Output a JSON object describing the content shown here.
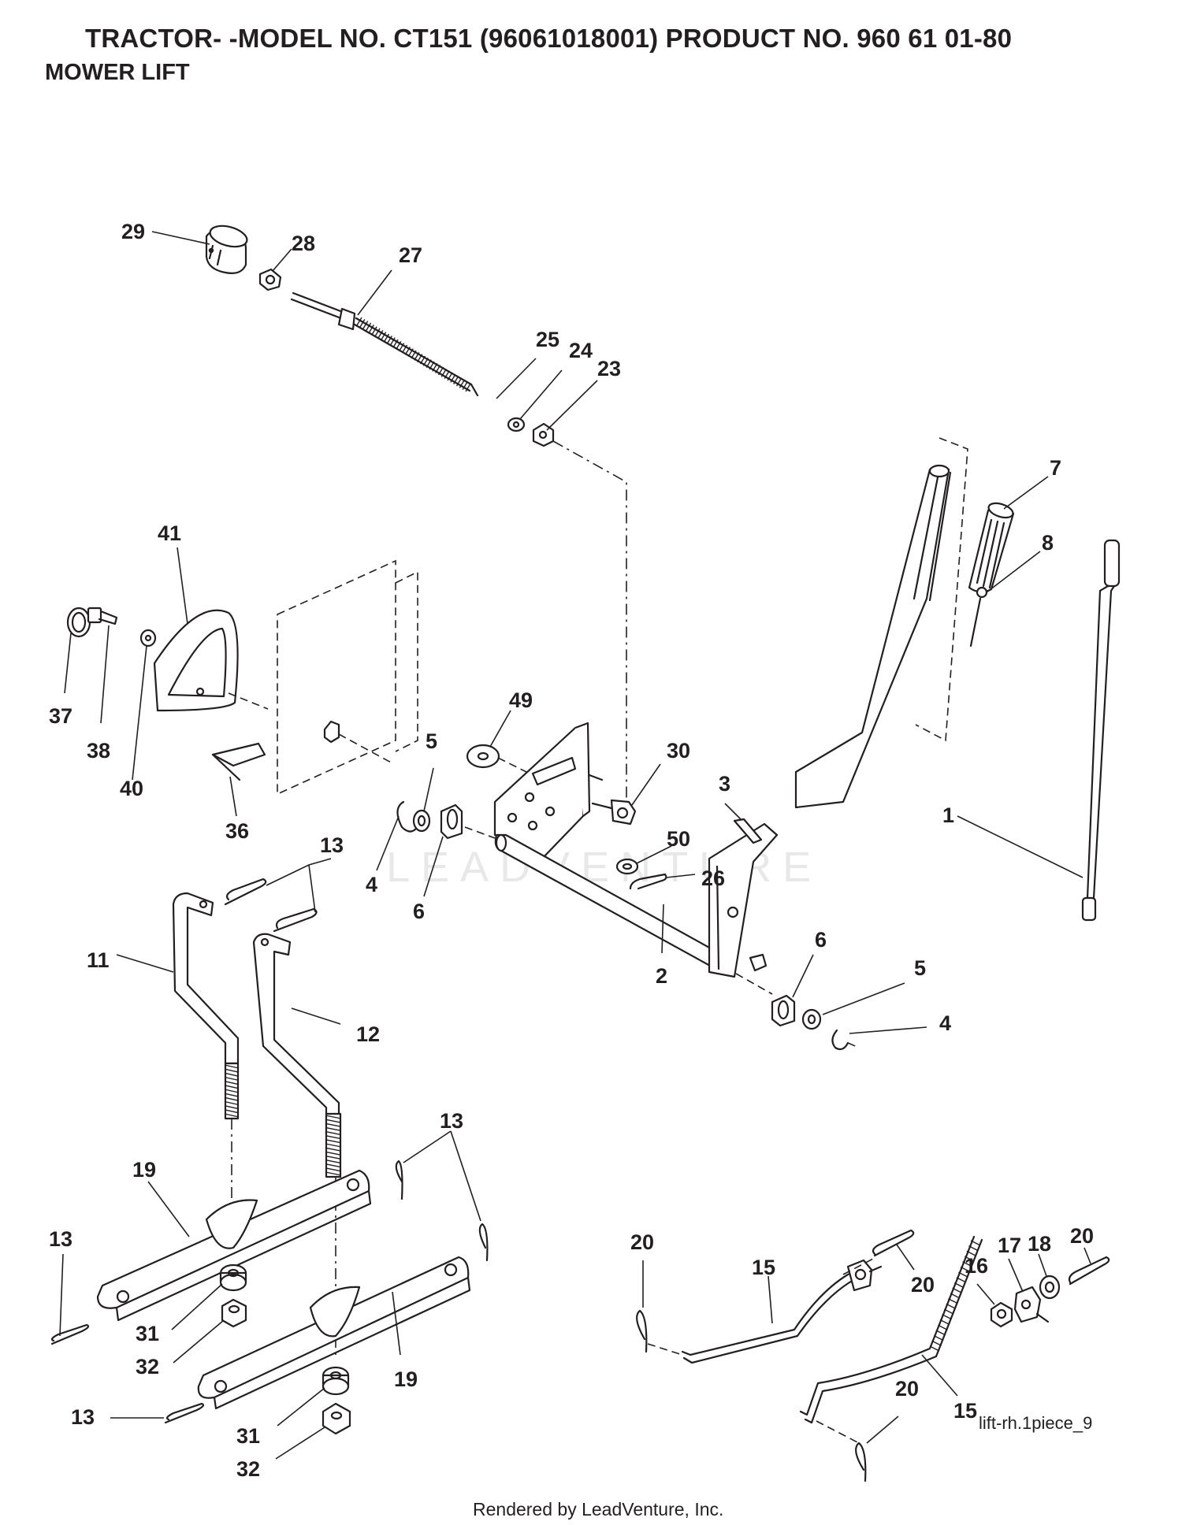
{
  "header": {
    "title": "TRACTOR- -MODEL NO. CT151 (96061018001) PRODUCT NO. 960 61 01-80",
    "subtitle": "MOWER LIFT"
  },
  "callouts": [
    {
      "id": "c29",
      "label": "29"
    },
    {
      "id": "c28",
      "label": "28"
    },
    {
      "id": "c27",
      "label": "27"
    },
    {
      "id": "c25",
      "label": "25"
    },
    {
      "id": "c24",
      "label": "24"
    },
    {
      "id": "c23",
      "label": "23"
    },
    {
      "id": "c7",
      "label": "7"
    },
    {
      "id": "c8",
      "label": "8"
    },
    {
      "id": "c41",
      "label": "41"
    },
    {
      "id": "c37",
      "label": "37"
    },
    {
      "id": "c38",
      "label": "38"
    },
    {
      "id": "c40",
      "label": "40"
    },
    {
      "id": "c49",
      "label": "49"
    },
    {
      "id": "c5a",
      "label": "5"
    },
    {
      "id": "c30",
      "label": "30"
    },
    {
      "id": "c3",
      "label": "3"
    },
    {
      "id": "c1",
      "label": "1"
    },
    {
      "id": "c36",
      "label": "36"
    },
    {
      "id": "c13a",
      "label": "13"
    },
    {
      "id": "c4a",
      "label": "4"
    },
    {
      "id": "c6a",
      "label": "6"
    },
    {
      "id": "c50",
      "label": "50"
    },
    {
      "id": "c26",
      "label": "26"
    },
    {
      "id": "c11",
      "label": "11"
    },
    {
      "id": "c2",
      "label": "2"
    },
    {
      "id": "c6b",
      "label": "6"
    },
    {
      "id": "c5b",
      "label": "5"
    },
    {
      "id": "c12",
      "label": "12"
    },
    {
      "id": "c4b",
      "label": "4"
    },
    {
      "id": "c13b",
      "label": "13"
    },
    {
      "id": "c19a",
      "label": "19"
    },
    {
      "id": "c13c",
      "label": "13"
    },
    {
      "id": "c20a",
      "label": "20"
    },
    {
      "id": "c15a",
      "label": "15"
    },
    {
      "id": "c20b",
      "label": "20"
    },
    {
      "id": "c16",
      "label": "16"
    },
    {
      "id": "c17",
      "label": "17"
    },
    {
      "id": "c18",
      "label": "18"
    },
    {
      "id": "c20c",
      "label": "20"
    },
    {
      "id": "c31a",
      "label": "31"
    },
    {
      "id": "c32a",
      "label": "32"
    },
    {
      "id": "c19b",
      "label": "19"
    },
    {
      "id": "c13d",
      "label": "13"
    },
    {
      "id": "c20d",
      "label": "20"
    },
    {
      "id": "c15b",
      "label": "15"
    },
    {
      "id": "c31b",
      "label": "31"
    },
    {
      "id": "c32b",
      "label": "32"
    }
  ],
  "reference_code": "lift-rh.1piece_9",
  "footer": "Rendered by LeadVenture, Inc.",
  "watermark_text": "LEADVENTURE",
  "colors": {
    "ink": "#231f20",
    "background": "#ffffff",
    "watermark": "#e8e8e8"
  }
}
